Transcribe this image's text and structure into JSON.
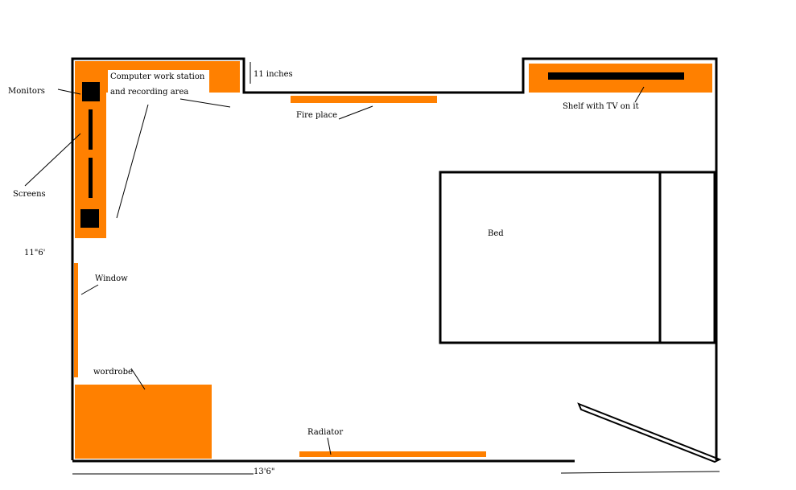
{
  "colors": {
    "furniture": "#ff8000",
    "wall": "#000000",
    "background": "#ffffff"
  },
  "labels": {
    "monitors": "Monitors",
    "workstation_line1": "Computer work station",
    "workstation_line2": "and recording area",
    "inches": "11 inches",
    "fireplace": "Fire place",
    "shelf": "Shelf with TV on it",
    "screens": "Screens",
    "height_dim": "11\"6'",
    "window": "Window",
    "bed": "Bed",
    "wardrobe": "wordrobe",
    "radiator": "Radiator",
    "width_dim": "13'6\""
  }
}
